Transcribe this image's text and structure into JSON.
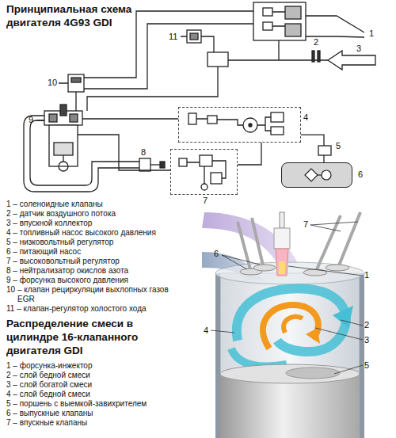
{
  "diagram": {
    "title": "Принципиальная схема двигателя 4G93 GDI",
    "nodes": [
      {
        "text": [
          "4"
        ]
      },
      {
        "text": [
          "7"
        ]
      },
      {
        "text": [
          "6"
        ]
      }
    ],
    "edges": [
      {
        "from": 2,
        "to": 0,
        "arrow": "none"
      },
      {
        "from": 1,
        "to": 0,
        "arrow": "none"
      }
    ],
    "labels": [
      "1",
      "11",
      "2",
      "3",
      "10",
      "9",
      "5",
      "8",
      "1 – соленоидные клапаны",
      "2 – датчик воздушного потока",
      "3 – впускной коллектор",
      "4 – топливный насос высокого давления",
      "5 – низковольтный регулятор",
      "6 – питающий насос",
      "7 – высоковольтный регулятор",
      "8 – нейтрализатор окислов азота",
      "9 – форсунка высокого давления",
      "10 – клапан рециркуляции выхлопных газов EGR",
      "11 – клапан-регулятор холостого хода",
      "Распределение смеси в цилиндре 16-клапанного двигателя GDI",
      "1 – форсунка-инжектор",
      "2 – слой бедной смеси",
      "3 – слой богатой смеси",
      "4 – слой бедной смеси",
      "5 – поршень с выемкой-завихрителем",
      "6 – выпускные клапаны",
      "7 – впускные клапаны",
      "7",
      "6",
      "1",
      "4",
      "2",
      "3",
      "5"
    ]
  }
}
